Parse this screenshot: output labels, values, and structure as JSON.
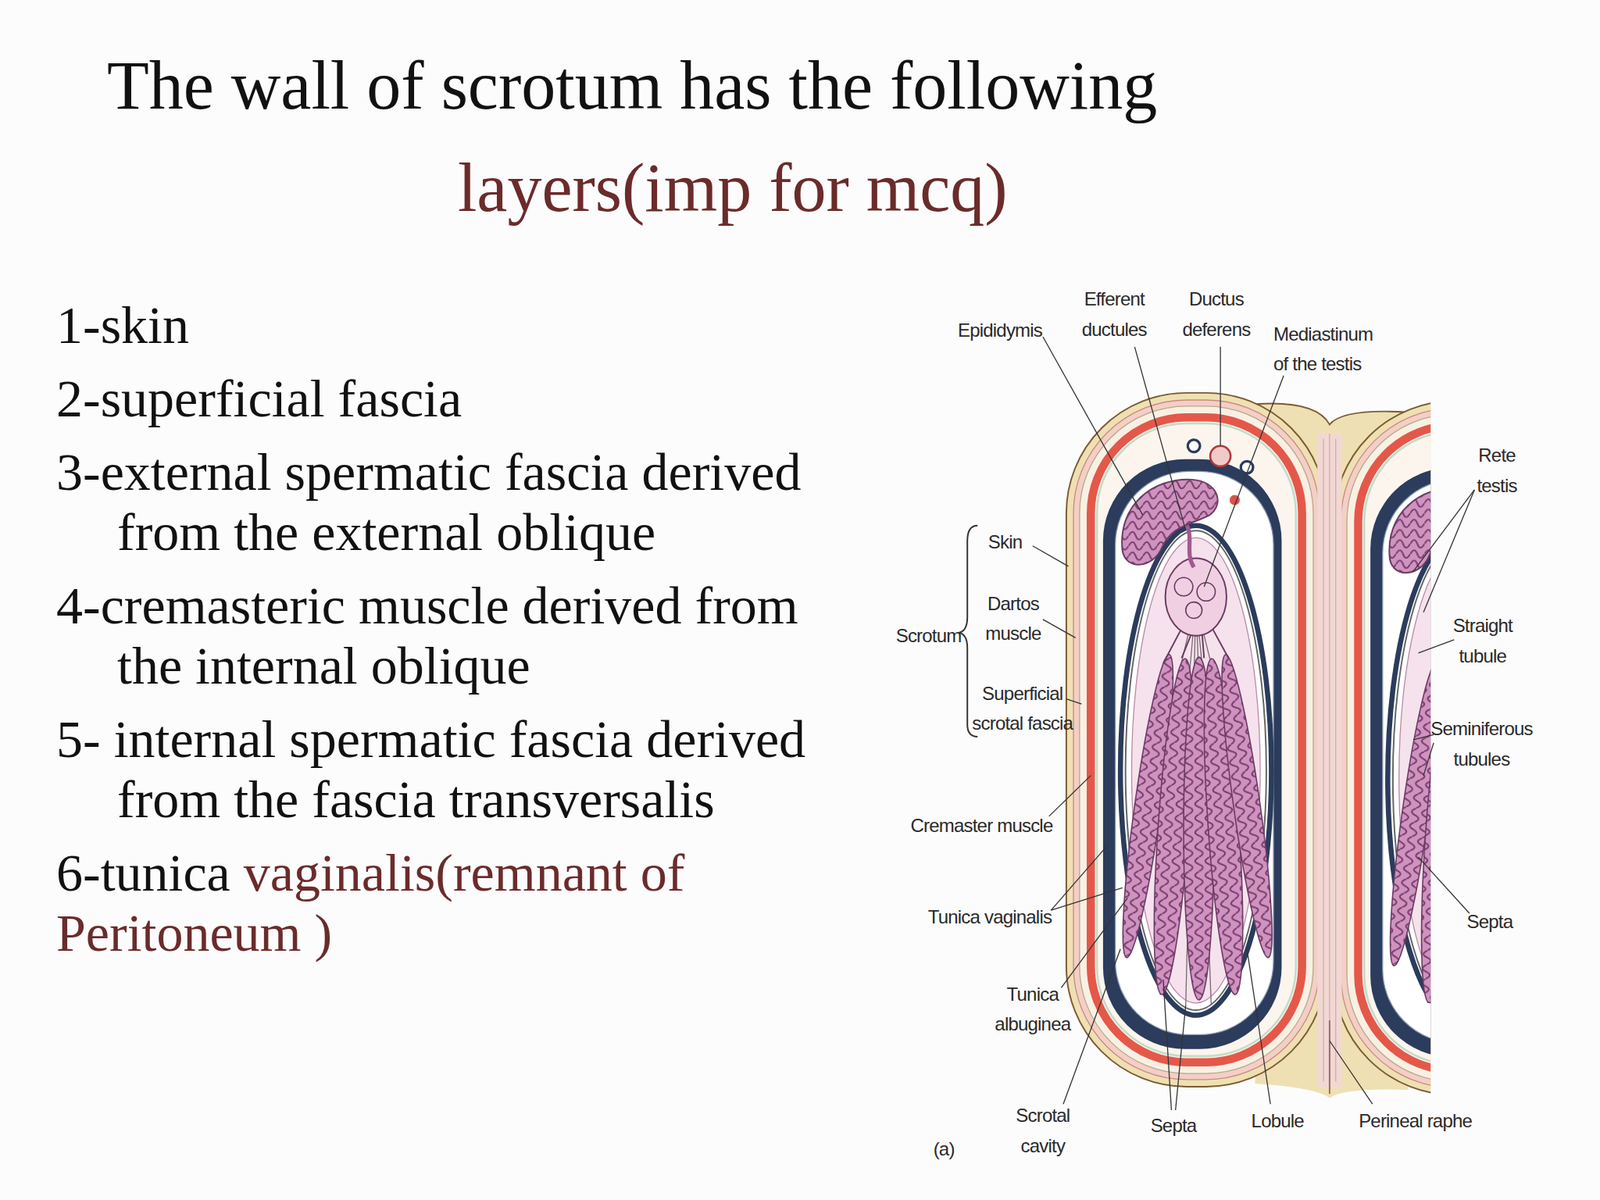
{
  "diagram": {
    "title": "The wall of scrotum has the following",
    "labels": [
      "layers(imp for mcq)",
      "1-skin",
      "2-superficial fascia",
      "3-external spermatic fascia derived from the external oblique",
      "4-cremasteric muscle derived from the internal oblique",
      "5- internal spermatic fascia derived from the fascia transversalis",
      "6-tunica",
      "vaginalis(remnant of Peritoneum )",
      "Epididymis",
      "Efferent ductules",
      "Ductus deferens",
      "Mediastinum of the testis",
      "Rete testis",
      "Skin",
      "Dartos muscle",
      "Scrotum",
      "Superficial scrotal fascia",
      "Straight tubule",
      "Seminiferous tubules",
      "Cremaster muscle",
      "Tunica vaginalis",
      "Septa",
      "Tunica albuginea",
      "Scrotal cavity",
      "Septa",
      "Lobule",
      "Perineal raphe",
      "(a)"
    ]
  }
}
